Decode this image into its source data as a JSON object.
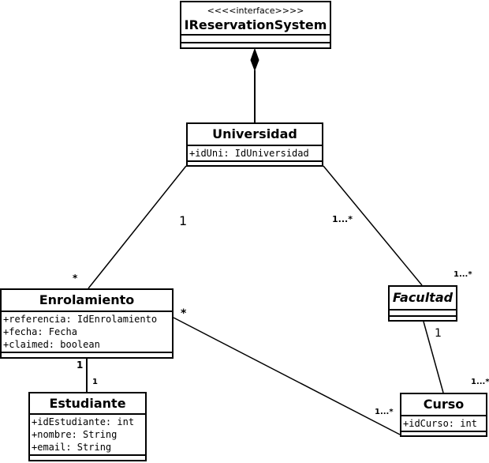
{
  "classes": {
    "ireservation": {
      "stereotype": "<<<<interface>>>>",
      "name": "IReservationSystem",
      "attributes": []
    },
    "universidad": {
      "name": "Universidad",
      "attributes": [
        "+idUni: IdUniversidad"
      ]
    },
    "enrolamiento": {
      "name": "Enrolamiento",
      "attributes": [
        "+referencia: IdEnrolamiento",
        "+fecha: Fecha",
        "+claimed: boolean"
      ]
    },
    "facultad": {
      "name": "Facultad",
      "abstract": true,
      "attributes": []
    },
    "estudiante": {
      "name": "Estudiante",
      "attributes": [
        "+idEstudiante: int",
        "+nombre: String",
        "+email: String"
      ]
    },
    "curso": {
      "name": "Curso",
      "attributes": [
        "+idCurso: int"
      ]
    }
  },
  "associations": {
    "universidad_enrolamiento": {
      "near_universidad": "1",
      "near_enrolamiento": "*"
    },
    "universidad_facultad": {
      "near_universidad": "1...*",
      "near_facultad": "1...*"
    },
    "enrolamiento_estudiante": {
      "near_enrolamiento": "1",
      "near_estudiante": "1"
    },
    "enrolamiento_curso": {
      "near_enrolamiento": "*",
      "near_curso": "1...*"
    },
    "facultad_curso": {
      "near_facultad": "1",
      "near_curso": "1...*"
    },
    "ireservation_universidad": {
      "kind": "composition"
    }
  }
}
